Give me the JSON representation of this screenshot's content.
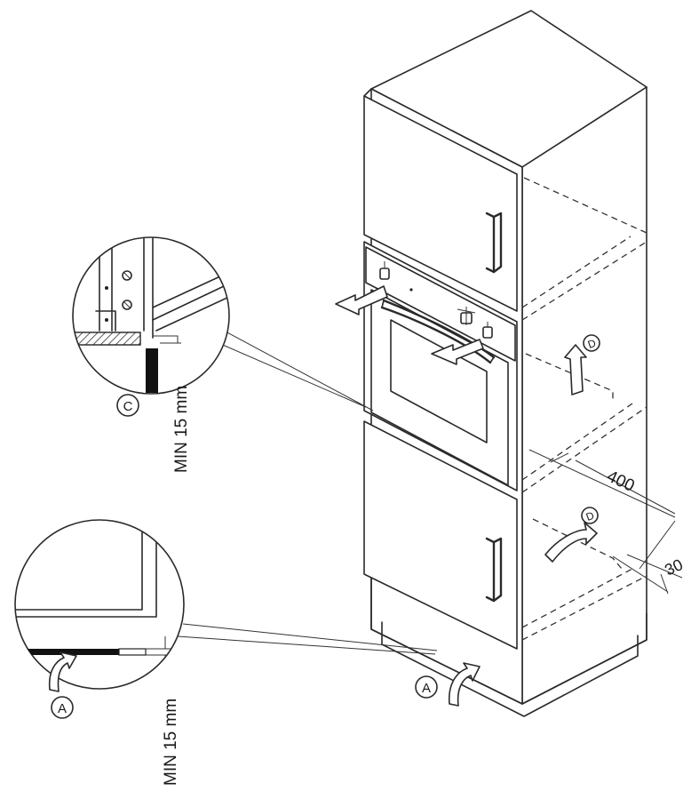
{
  "labels": {
    "dim_400": "400",
    "dim_30": "30",
    "min_top": "MIN 15 mm",
    "min_bottom": "MIN 15 mm",
    "marker_c": "C",
    "marker_a_main": "A",
    "marker_a_detail": "A",
    "marker_d_mid": "D",
    "marker_d_low": "D"
  },
  "colors": {
    "line": "#2a2a2a",
    "background": "#ffffff",
    "seal": "#111111"
  }
}
